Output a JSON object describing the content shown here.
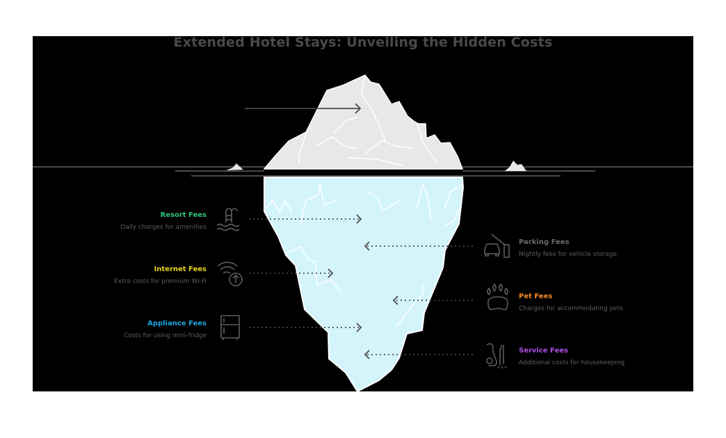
{
  "title": "Extended Hotel Stays: Unveiling the Hidden Costs",
  "colors": {
    "background": "#000000",
    "iceberg_top": "#e8e8e8",
    "iceberg_bottom": "#d4f4fc",
    "lines": "#4a4a4a",
    "resort": "#2fc27e",
    "internet": "#e8d21d",
    "appliance": "#1ea7e1",
    "parking": "#6b6b6b",
    "pet": "#f08a24",
    "service": "#b04de8"
  },
  "items": [
    {
      "side": "left",
      "label": "Resort Fees",
      "description": "Daily charges for amenities",
      "icon": "pool-ladder-icon",
      "color": "#2fc27e"
    },
    {
      "side": "left",
      "label": "Internet Fees",
      "description": "Extra costs for premium Wi-Fi",
      "icon": "wifi-upload-icon",
      "color": "#e8d21d"
    },
    {
      "side": "left",
      "label": "Appliance Fees",
      "description": "Costs for using mini-fridge",
      "icon": "fridge-icon",
      "color": "#1ea7e1"
    },
    {
      "side": "right",
      "label": "Parking Fees",
      "description": "Nightly fees for vehicle storage",
      "icon": "car-parking-gate-icon",
      "color": "#6b6b6b"
    },
    {
      "side": "right",
      "label": "Pet Fees",
      "description": "Charges for accommodating pets",
      "icon": "paw-icon",
      "color": "#f08a24"
    },
    {
      "side": "right",
      "label": "Service Fees",
      "description": "Additional costs for housekeeping",
      "icon": "vacuum-cleaner-icon",
      "color": "#b04de8"
    }
  ]
}
